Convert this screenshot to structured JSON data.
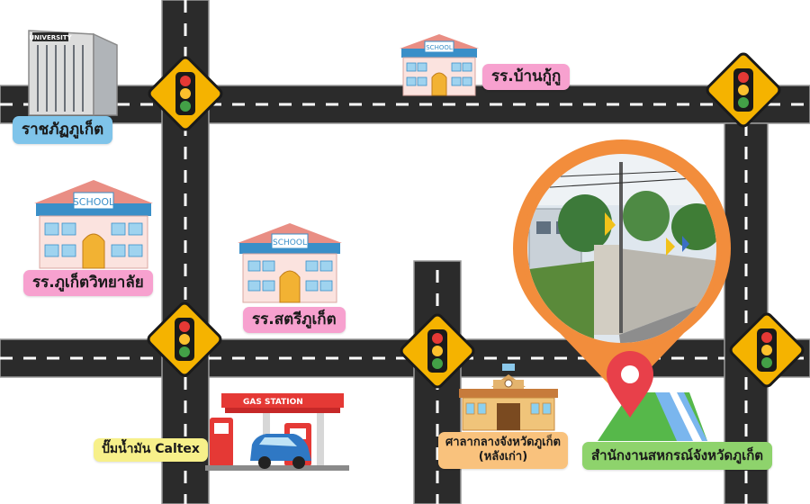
{
  "places": {
    "rajabhat": "ราชภัฏภูเก็ต",
    "ban_kuku": "รร.บ้านกู้กู",
    "phuket_wittayalai": "รร.ภูเก็ตวิทยาลัย",
    "satri_phuket": "รร.สตรีภูเก็ต",
    "caltex": "ปั๊มน้ำมัน Caltex",
    "city_hall_line1": "ศาลากลางจังหวัดภูเก็ต",
    "city_hall_line2": "(หลังเก่า)",
    "coop_office": "สำนักงานสหกรณ์จังหวัดภูเก็ต"
  },
  "building_signs": {
    "university": "UNIVERSITY",
    "school": "SCHOOL",
    "gas_station": "GAS STATION"
  },
  "icons": [
    "traffic-light-sign-icon",
    "map-pin-icon",
    "school-icon",
    "university-icon",
    "gas-station-icon",
    "car-icon",
    "city-hall-icon",
    "mini-map-icon"
  ],
  "colors": {
    "road": "#2b2b2b",
    "road_marking": "#ffffff",
    "sign_yellow": "#f5b300",
    "pin_orange": "#f28d3c",
    "pin_red": "#e8404a",
    "label_blue": "#7fc4ea",
    "label_pink": "#f7a1cf",
    "label_yellow": "#f7f08a",
    "label_orange": "#f9c27d",
    "label_green": "#8ed36c"
  }
}
